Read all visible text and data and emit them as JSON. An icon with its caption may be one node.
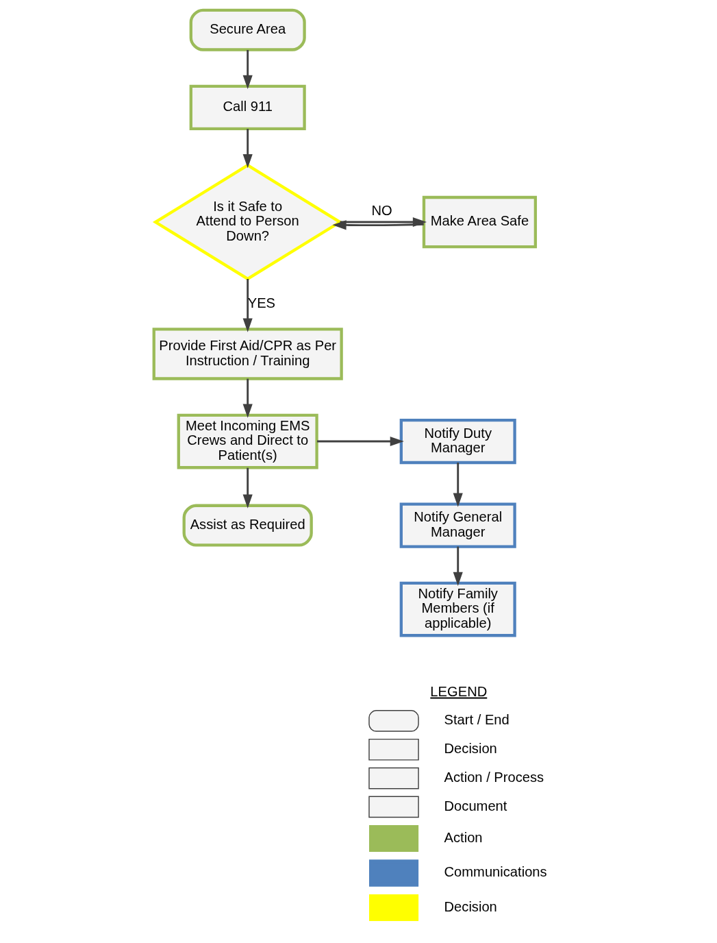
{
  "diagram": {
    "nodes": [
      {
        "text": [
          "Secure Area"
        ]
      },
      {
        "text": [
          "Call 911"
        ]
      },
      {
        "text": [
          "Is it Safe to Attend to Person Down?"
        ]
      },
      {
        "text": [
          "Make Area Safe"
        ]
      },
      {
        "text": [
          "Provide First Aid/CPR as Per Instruction / Training"
        ]
      },
      {
        "text": [
          "Meet Incoming EMS Crews and Direct to Patient(s)"
        ]
      },
      {
        "text": [
          "Notify Duty Manager"
        ]
      },
      {
        "text": [
          "Notify General Manager"
        ]
      },
      {
        "text": [
          "Notify Family Members (if applicable)"
        ]
      },
      {
        "text": [
          "Assist as Required"
        ]
      }
    ],
    "edges": [
      {
        "from": 0,
        "to": 1,
        "arrow": "to"
      },
      {
        "from": 1,
        "to": 2,
        "arrow": "to"
      },
      {
        "from": 2,
        "to": 3,
        "arrow": "to",
        "label": "NO"
      },
      {
        "from": 3,
        "to": 2,
        "arrow": "to"
      },
      {
        "from": 2,
        "to": 4,
        "arrow": "to",
        "label": "YES"
      },
      {
        "from": 4,
        "to": 5,
        "arrow": "to"
      },
      {
        "from": 5,
        "to": 6,
        "arrow": "to"
      },
      {
        "from": 6,
        "to": 7,
        "arrow": "to"
      },
      {
        "from": 7,
        "to": 8,
        "arrow": "to"
      },
      {
        "from": 5,
        "to": 9,
        "arrow": "to"
      }
    ],
    "labels": [
      "LEGEND"
    ],
    "legend": [
      {
        "text": "Start / End"
      },
      {
        "text": "Decision"
      },
      {
        "text": "Action / Process"
      },
      {
        "text": "Document"
      },
      {
        "text": "Action",
        "color": "#9bbb59"
      },
      {
        "text": "Communications",
        "color": "#4f81bd"
      },
      {
        "text": "Decision",
        "color": "#ffff00"
      }
    ]
  }
}
